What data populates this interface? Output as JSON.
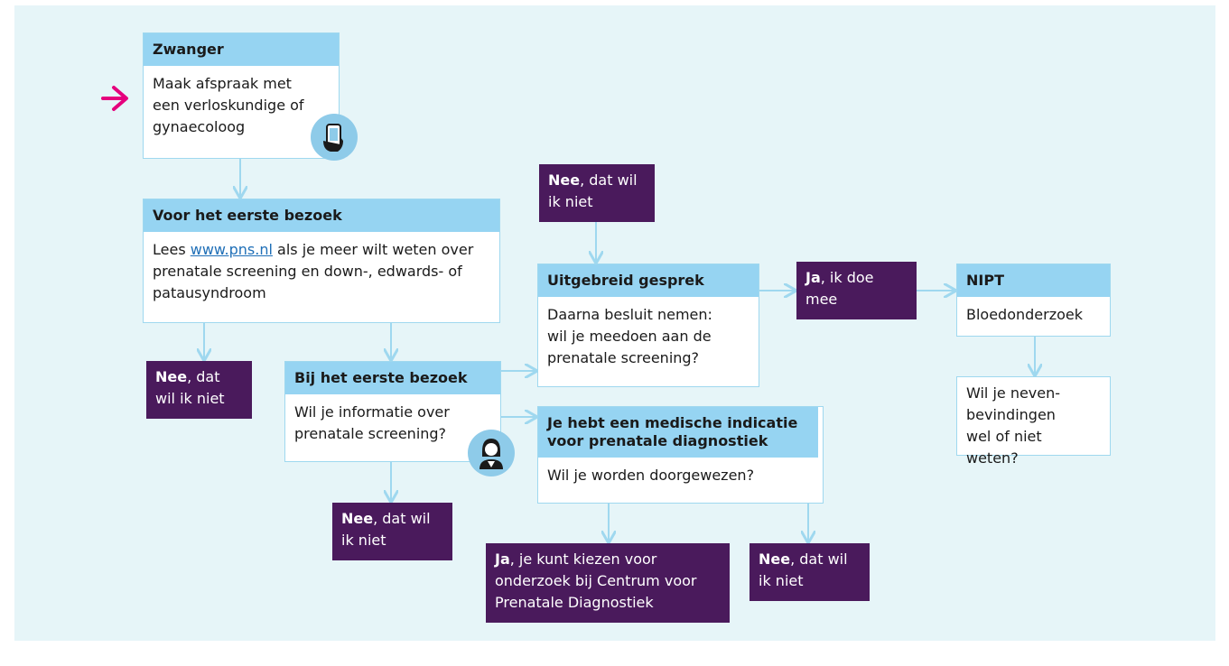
{
  "colors": {
    "background": "#e6f5f8",
    "header": "#96d4f2",
    "dark_box": "#4a1a5c",
    "arrow": "#e5007d",
    "line": "#9fd8ef",
    "link": "#1f6fb7"
  },
  "zwanger": {
    "title": "Zwanger",
    "text": "Maak afspraak met een verloskundige of gynaecoloog",
    "icon": "phone-hand-icon"
  },
  "voor": {
    "title": "Voor het eerste bezoek",
    "lees": "Lees",
    "link": "www.pns.nl",
    "text": "als je meer wilt weten over prenatale screening en down-, edwards- of patausyndroom"
  },
  "bij": {
    "title": "Bij het eerste bezoek",
    "text": "Wil je informatie over prenatale screening?",
    "icon": "doctor-icon"
  },
  "gesprek": {
    "title": "Uitgebreid gesprek",
    "text": "Daarna besluit nemen: wil je meedoen aan de prenatale screening?"
  },
  "indicatie": {
    "title": "Je hebt een medische indicatie voor prenatale diagnostiek",
    "text": "Wil je worden doorgewezen?"
  },
  "nipt": {
    "title": "NIPT",
    "text": "Bloedonderzoek"
  },
  "neven": {
    "text": "Wil je neven-bevindingen wel of niet weten?"
  },
  "nee_top": {
    "bold": "Nee",
    "rest": ", dat wil ik niet"
  },
  "nee_left": {
    "bold": "Nee",
    "rest": ", dat wil ik niet"
  },
  "nee_mid": {
    "bold": "Nee",
    "rest": ", dat wil ik niet"
  },
  "nee_right": {
    "bold": "Nee",
    "rest": ", dat wil ik niet"
  },
  "ja_doe": {
    "bold": "Ja",
    "rest": ", ik doe mee"
  },
  "ja_kiezen": {
    "bold": "Ja",
    "rest": ", je kunt kiezen voor onderzoek bij Centrum voor Prenatale Diagnostiek"
  }
}
